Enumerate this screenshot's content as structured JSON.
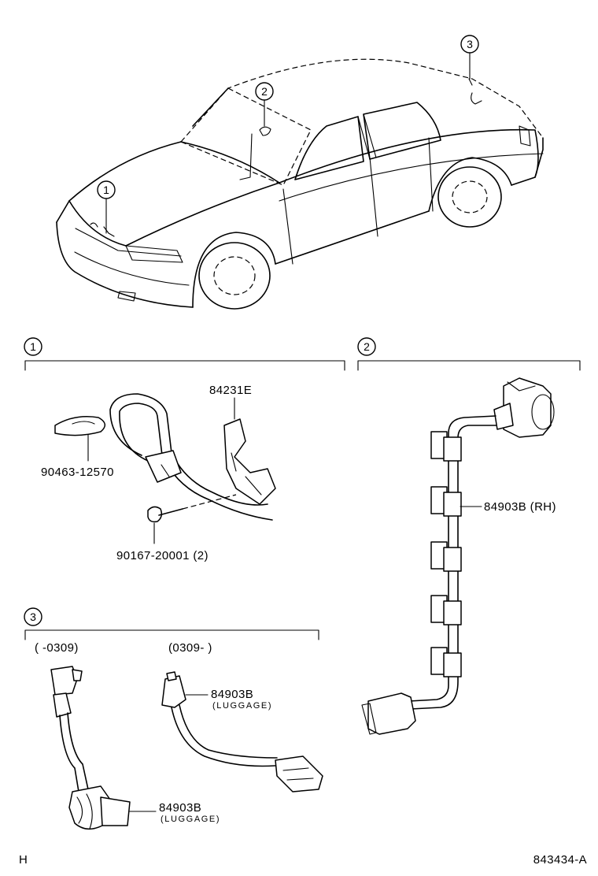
{
  "callouts": {
    "c1": "1",
    "c2": "2",
    "c3": "3"
  },
  "sections": [
    {
      "id": "1"
    },
    {
      "id": "2"
    },
    {
      "id": "3"
    }
  ],
  "parts": {
    "sensor_front": "84231E",
    "band": "90463-12570",
    "bolt": "90167-20001 (2)",
    "harness_rh": "84903B (RH)",
    "luggage_top": "84903B",
    "luggage_top_sub": "(LUGGAGE)",
    "luggage_bottom": "84903B",
    "luggage_bottom_sub": "(LUGGAGE)"
  },
  "date_ranges": {
    "left": "(         -0309)",
    "right": "(0309-         )"
  },
  "footer": {
    "left_code": "H",
    "diagram_id": "843434-A"
  }
}
